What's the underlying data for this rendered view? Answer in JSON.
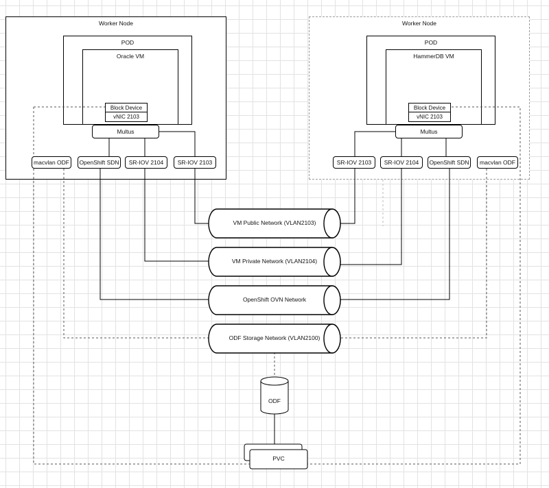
{
  "left_node": {
    "title": "Worker Node",
    "pod_title": "POD",
    "vm_title": "Oracle VM",
    "block_device": "Block Device",
    "vnic": "vNIC 2103",
    "multus": "Multus",
    "interfaces": [
      "macvlan ODF",
      "OpenShift SDN",
      "SR-IOV 2104",
      "SR-IOV 2103"
    ]
  },
  "right_node": {
    "title": "Worker Node",
    "pod_title": "POD",
    "vm_title": "HammerDB VM",
    "block_device": "Block Device",
    "vnic": "vNIC 2103",
    "multus": "Multus",
    "interfaces": [
      "SR-IOV 2103",
      "SR-IOV 2104",
      "OpenShift SDN",
      "macvlan ODF"
    ]
  },
  "networks": [
    "VM Public Network (VLAN2103)",
    "VM Private Network (VLAN2104)",
    "OpenShift OVN Network",
    "ODF Storage Network (VLAN2100)"
  ],
  "storage": {
    "odf": "ODF",
    "pvc": "PVC"
  }
}
